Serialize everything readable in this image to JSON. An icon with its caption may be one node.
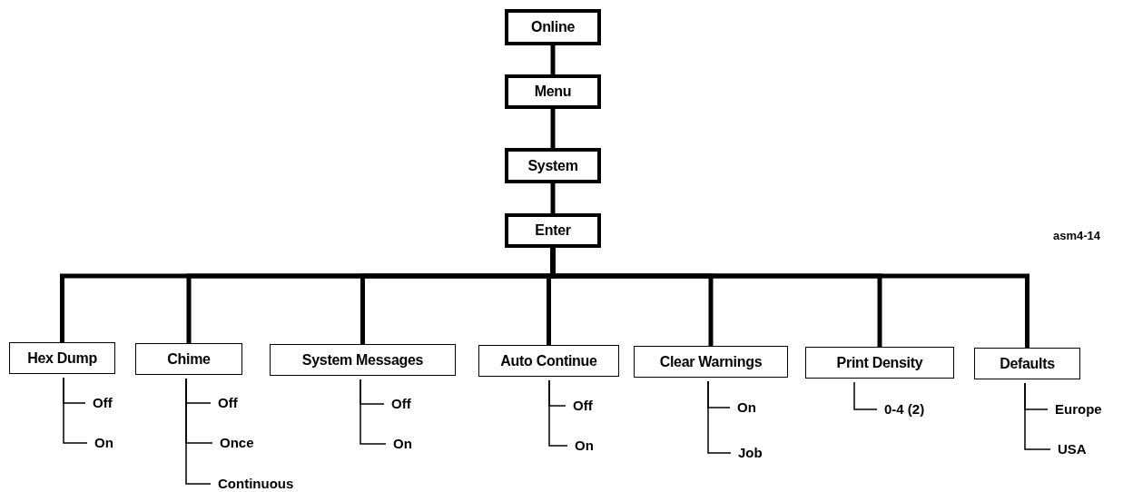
{
  "diagram": {
    "nodes": [
      {
        "text": [
          "Online"
        ]
      },
      {
        "text": [
          "Menu"
        ]
      },
      {
        "text": [
          "System"
        ]
      },
      {
        "text": [
          "Enter"
        ]
      },
      {
        "text": [
          "Hex Dump"
        ]
      },
      {
        "text": [
          "Off"
        ]
      },
      {
        "text": [
          "On"
        ]
      },
      {
        "text": [
          "Chime"
        ]
      },
      {
        "text": [
          "Off"
        ]
      },
      {
        "text": [
          "Once"
        ]
      },
      {
        "text": [
          "Continuous"
        ]
      },
      {
        "text": [
          "System Messages"
        ]
      },
      {
        "text": [
          "Off"
        ]
      },
      {
        "text": [
          "On"
        ]
      },
      {
        "text": [
          "Auto Continue"
        ]
      },
      {
        "text": [
          "Off"
        ]
      },
      {
        "text": [
          "On"
        ]
      },
      {
        "text": [
          "Clear Warnings"
        ]
      },
      {
        "text": [
          "On"
        ]
      },
      {
        "text": [
          "Job"
        ]
      },
      {
        "text": [
          "Print Density"
        ]
      },
      {
        "text": [
          "0-4 (2)"
        ]
      },
      {
        "text": [
          "Defaults"
        ]
      },
      {
        "text": [
          "Europe"
        ]
      },
      {
        "text": [
          "USA"
        ]
      }
    ],
    "edges": [
      {
        "from": 0,
        "to": 1,
        "arrow": "none",
        "style": "thick"
      },
      {
        "from": 1,
        "to": 2,
        "arrow": "none",
        "style": "thick"
      },
      {
        "from": 2,
        "to": 3,
        "arrow": "none",
        "style": "thick"
      },
      {
        "from": 3,
        "to": 4,
        "arrow": "none",
        "style": "thick"
      },
      {
        "from": 3,
        "to": 7,
        "arrow": "none",
        "style": "thick"
      },
      {
        "from": 3,
        "to": 11,
        "arrow": "none",
        "style": "thick"
      },
      {
        "from": 3,
        "to": 14,
        "arrow": "none",
        "style": "thick"
      },
      {
        "from": 3,
        "to": 17,
        "arrow": "none",
        "style": "thick"
      },
      {
        "from": 3,
        "to": 20,
        "arrow": "none",
        "style": "thick"
      },
      {
        "from": 3,
        "to": 22,
        "arrow": "none",
        "style": "thick"
      },
      {
        "from": 4,
        "to": 5,
        "arrow": "none"
      },
      {
        "from": 4,
        "to": 6,
        "arrow": "none"
      },
      {
        "from": 7,
        "to": 8,
        "arrow": "none"
      },
      {
        "from": 7,
        "to": 9,
        "arrow": "none"
      },
      {
        "from": 7,
        "to": 10,
        "arrow": "none"
      },
      {
        "from": 11,
        "to": 12,
        "arrow": "none"
      },
      {
        "from": 11,
        "to": 13,
        "arrow": "none"
      },
      {
        "from": 14,
        "to": 15,
        "arrow": "none"
      },
      {
        "from": 14,
        "to": 16,
        "arrow": "none"
      },
      {
        "from": 17,
        "to": 18,
        "arrow": "none"
      },
      {
        "from": 17,
        "to": 19,
        "arrow": "none"
      },
      {
        "from": 20,
        "to": 21,
        "arrow": "none"
      },
      {
        "from": 22,
        "to": 23,
        "arrow": "none"
      },
      {
        "from": 22,
        "to": 24,
        "arrow": "none"
      }
    ],
    "labels": [
      "asm4-14"
    ]
  }
}
